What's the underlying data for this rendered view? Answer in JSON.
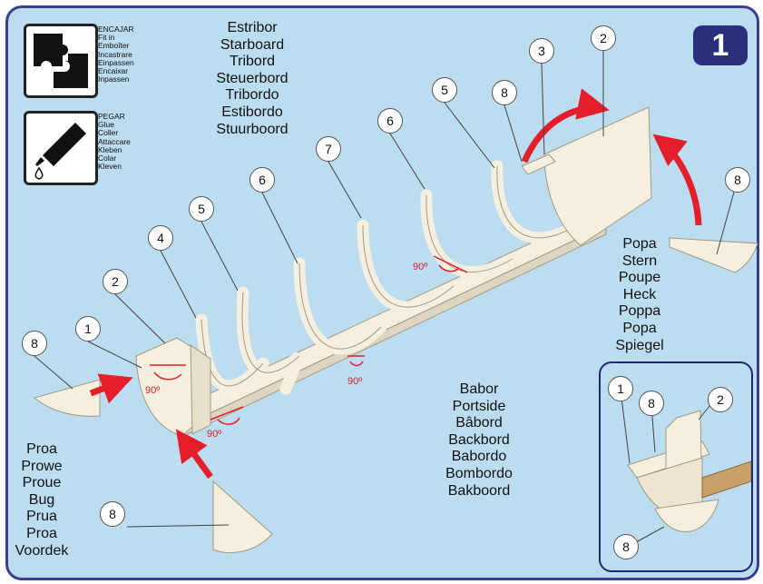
{
  "step_number": "1",
  "icons": {
    "fit": {
      "name": "puzzle-fit",
      "labels": [
        "ENCAJAR",
        "Fit in",
        "Emboîter",
        "Incastrare",
        "Einpassen",
        "Encaixar",
        "Inpassen"
      ]
    },
    "glue": {
      "name": "glue-bottle",
      "labels": [
        "PEGAR",
        "Glue",
        "Coller",
        "Attaccare",
        "Kleben",
        "Colar",
        "Kleven"
      ]
    }
  },
  "labels": {
    "starboard": [
      "Estribor",
      "Starboard",
      "Tribord",
      "Steuerbord",
      "Tribordo",
      "Estibordo",
      "Stuurboord"
    ],
    "stern": [
      "Popa",
      "Stern",
      "Poupe",
      "Heck",
      "Poppa",
      "Popa",
      "Spiegel"
    ],
    "portside": [
      "Babor",
      "Portside",
      "Bâbord",
      "Backbord",
      "Babordo",
      "Bombordo",
      "Bakboord"
    ],
    "bow": [
      "Proa",
      "Prowe",
      "Proue",
      "Bug",
      "Prua",
      "Proa",
      "Voordek"
    ]
  },
  "callouts": [
    "2",
    "3",
    "8",
    "5",
    "6",
    "7",
    "6",
    "5",
    "4",
    "2",
    "1",
    "8",
    "8",
    "8"
  ],
  "inset_callouts": [
    "1",
    "8",
    "2",
    "8"
  ],
  "angle_labels": [
    "90º",
    "90º",
    "90º",
    "90º"
  ],
  "colors": {
    "background": "#bcdcf0",
    "frame": "#3b3f8f",
    "step_box": "#2a2f7c",
    "wood": "#f4efdf",
    "arrow": "#e41e2b"
  }
}
